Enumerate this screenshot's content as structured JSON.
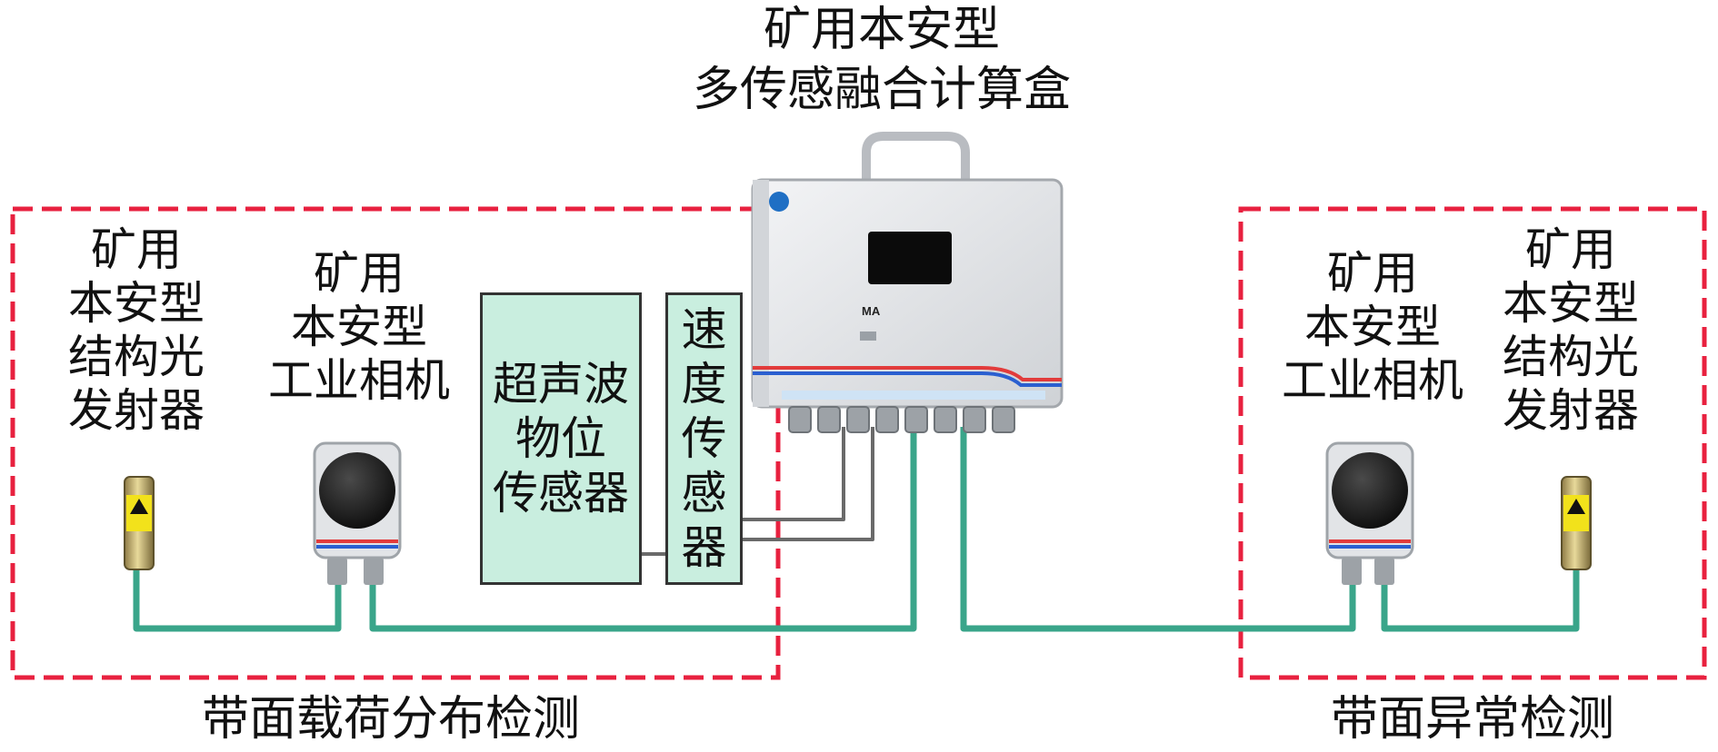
{
  "fusion_box": {
    "title": "矿用本安型\n多传感融合计算盒"
  },
  "left_group": {
    "caption": "带面载荷分布检测",
    "structured_light_label": "矿用\n本安型\n结构光\n发射器",
    "camera_label": "矿用\n本安型\n工业相机",
    "ultrasonic_label": "超声波\n物位\n传感器",
    "speed_label": "速\n度\n传\n感\n器"
  },
  "right_group": {
    "caption": "带面异常检测",
    "camera_label": "矿用\n本安型\n工业相机",
    "structured_light_label": "矿用\n本安型\n结构光\n发射器"
  },
  "colors": {
    "dashed_border": "#e8213f",
    "cable_green": "#3aa58a",
    "cable_gray": "#6a6a6a",
    "sensor_fill": "#c9eedf",
    "enclosure": "#e4e6e9"
  }
}
